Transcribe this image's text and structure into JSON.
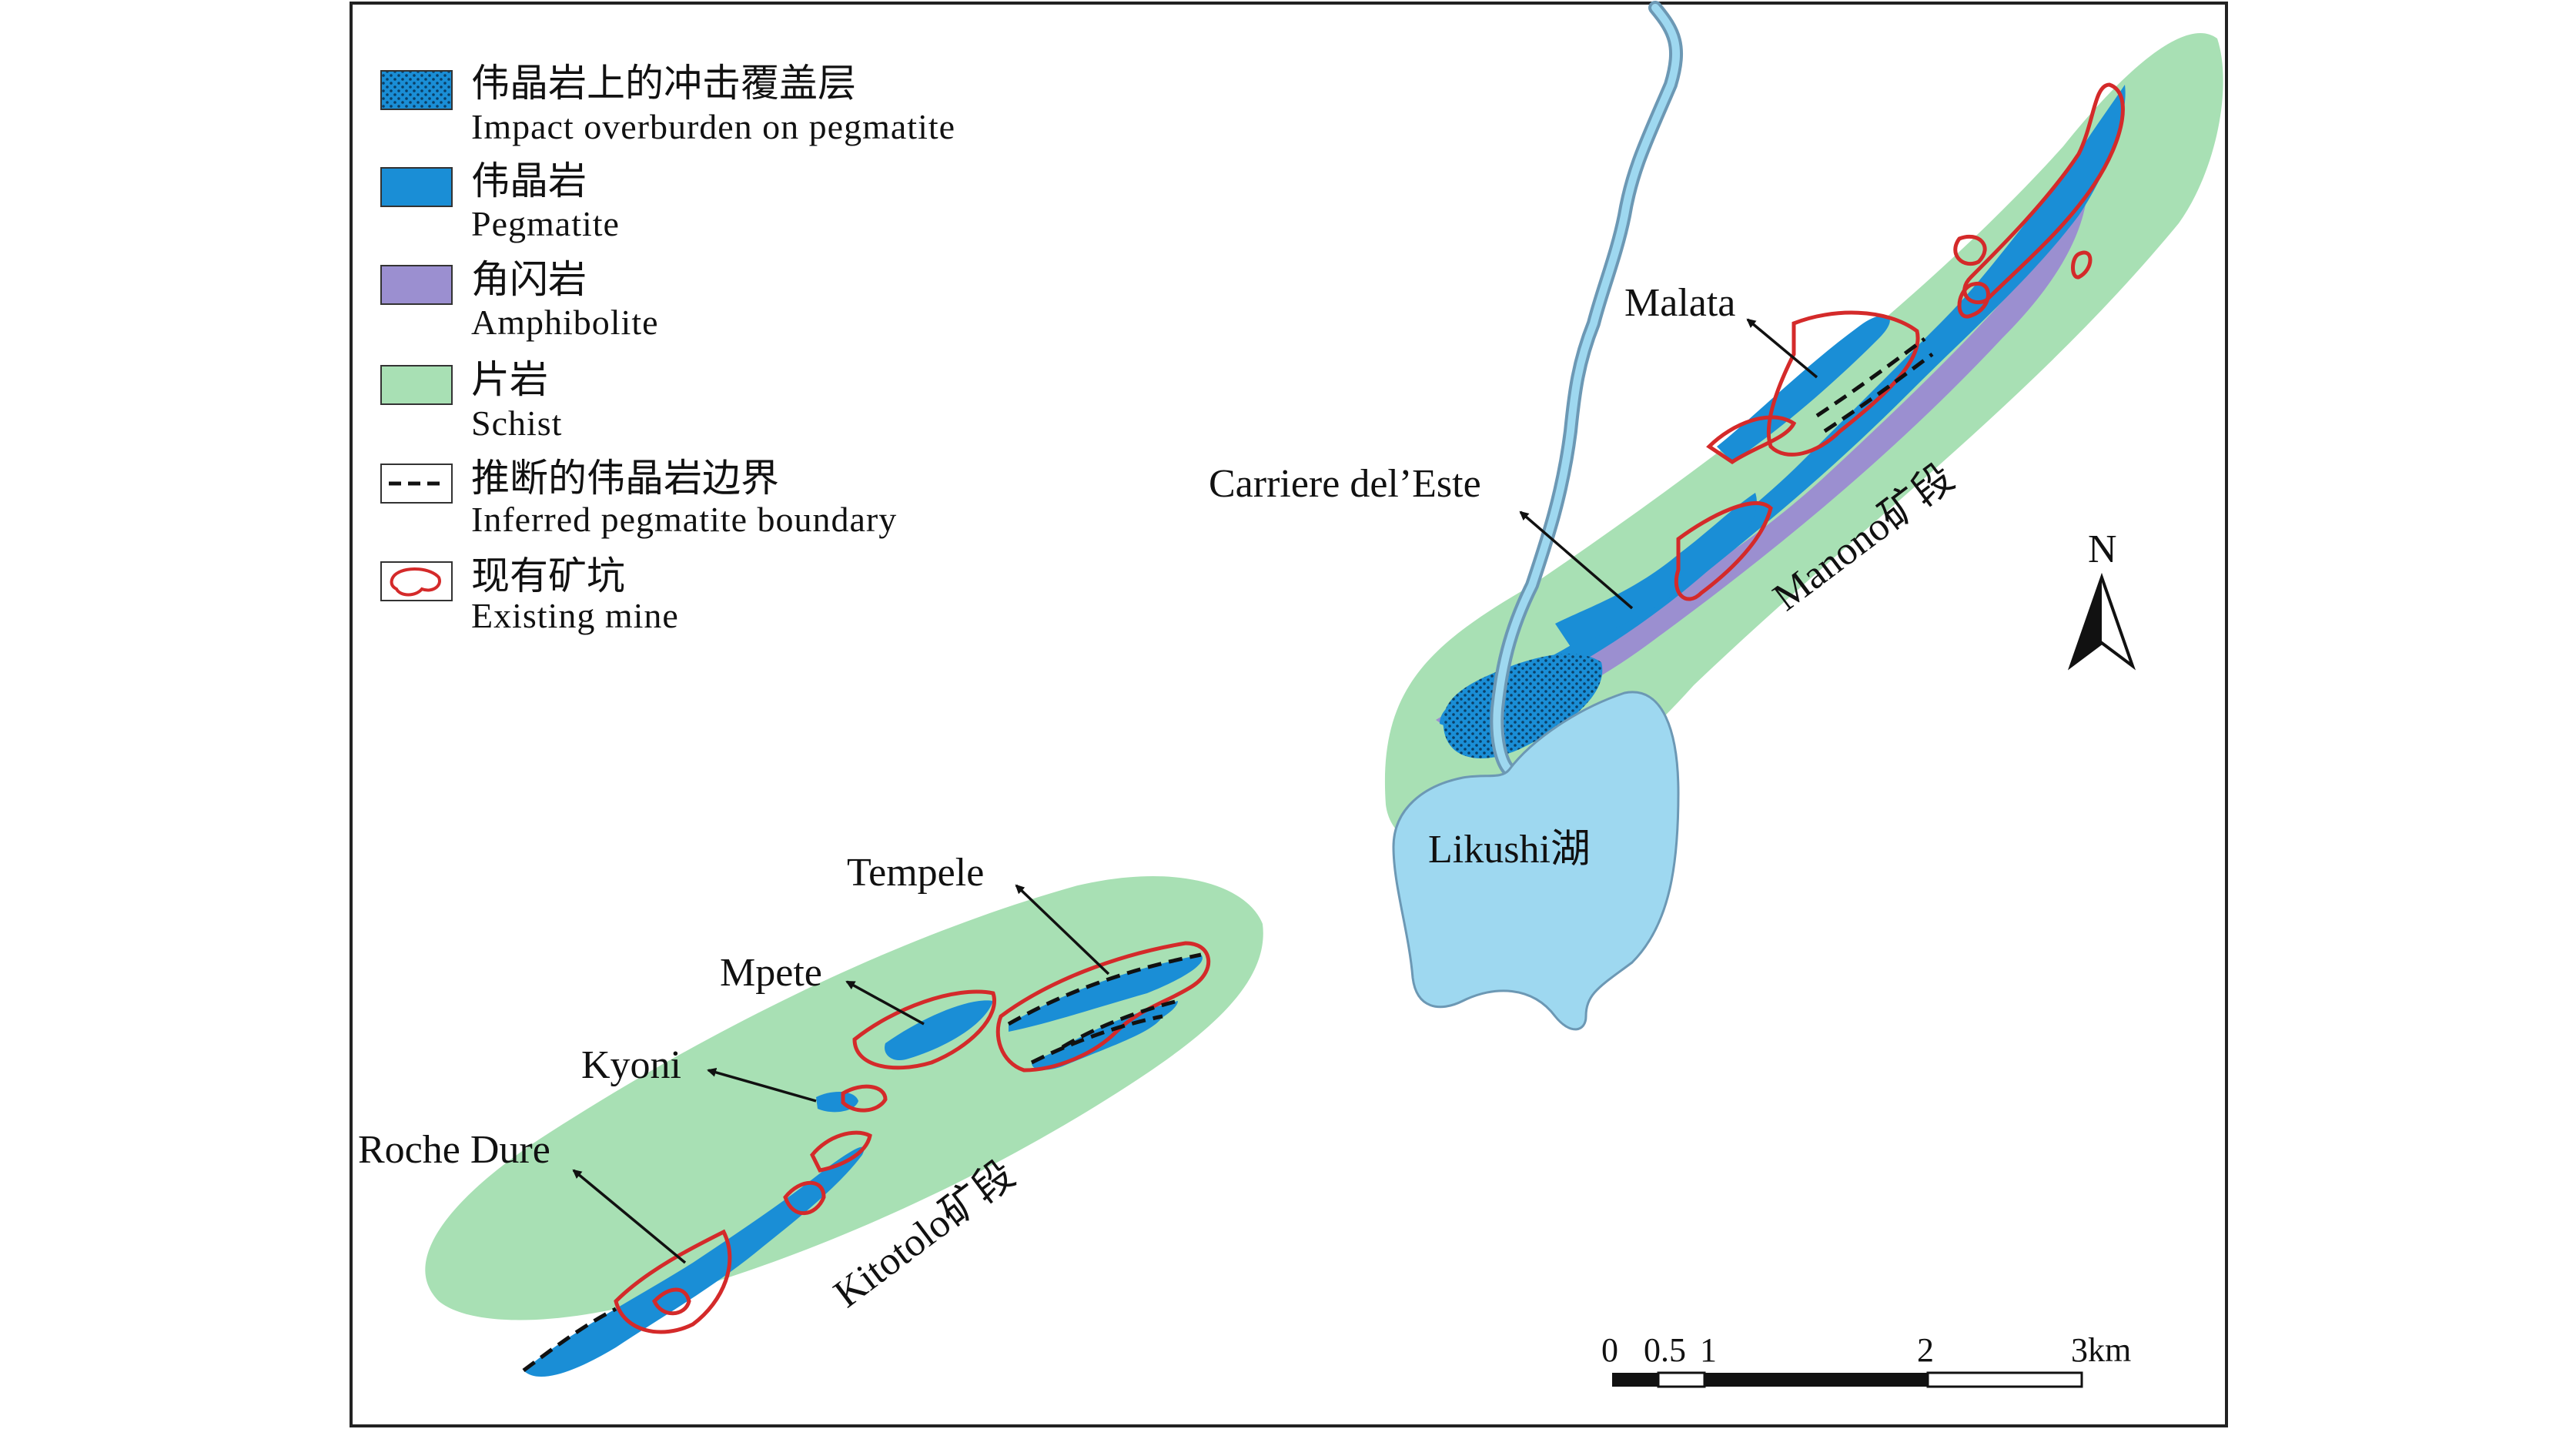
{
  "legend": {
    "items": [
      {
        "cn": "伟晶岩上的冲击覆盖层",
        "en": "Impact overburden on pegmatite",
        "symbol": "dotted-blue-fill"
      },
      {
        "cn": "伟晶岩",
        "en": "Pegmatite",
        "symbol": "blue-fill"
      },
      {
        "cn": "角闪岩",
        "en": "Amphibolite",
        "symbol": "purple-fill"
      },
      {
        "cn": "片岩",
        "en": "Schist",
        "symbol": "green-fill"
      },
      {
        "cn": "推断的伟晶岩边界",
        "en": "Inferred pegmatite boundary",
        "symbol": "dashed-line"
      },
      {
        "cn": "现有矿坑",
        "en": "Existing mine",
        "symbol": "red-outline"
      }
    ]
  },
  "labels": {
    "malata": "Malata",
    "carriere": "Carriere del’Este",
    "manono": "Manono矿段",
    "likushi": "Likushi湖",
    "tempele": "Tempele",
    "mpete": "Mpete",
    "kyoni": "Kyoni",
    "roche_dure": "Roche Dure",
    "kitotolo": "Kitotolo矿段"
  },
  "north_arrow": {
    "label": "N"
  },
  "scale_bar": {
    "ticks": [
      "0",
      "0.5",
      "1",
      "2",
      "3km"
    ]
  },
  "colors": {
    "schist": "#a8e0b4",
    "pegmatite": "#1a8ed6",
    "amphibolite": "#9b8fd0",
    "lake": "#9ed8f0",
    "mine_outline": "#d42a2a",
    "frame": "#222222"
  }
}
